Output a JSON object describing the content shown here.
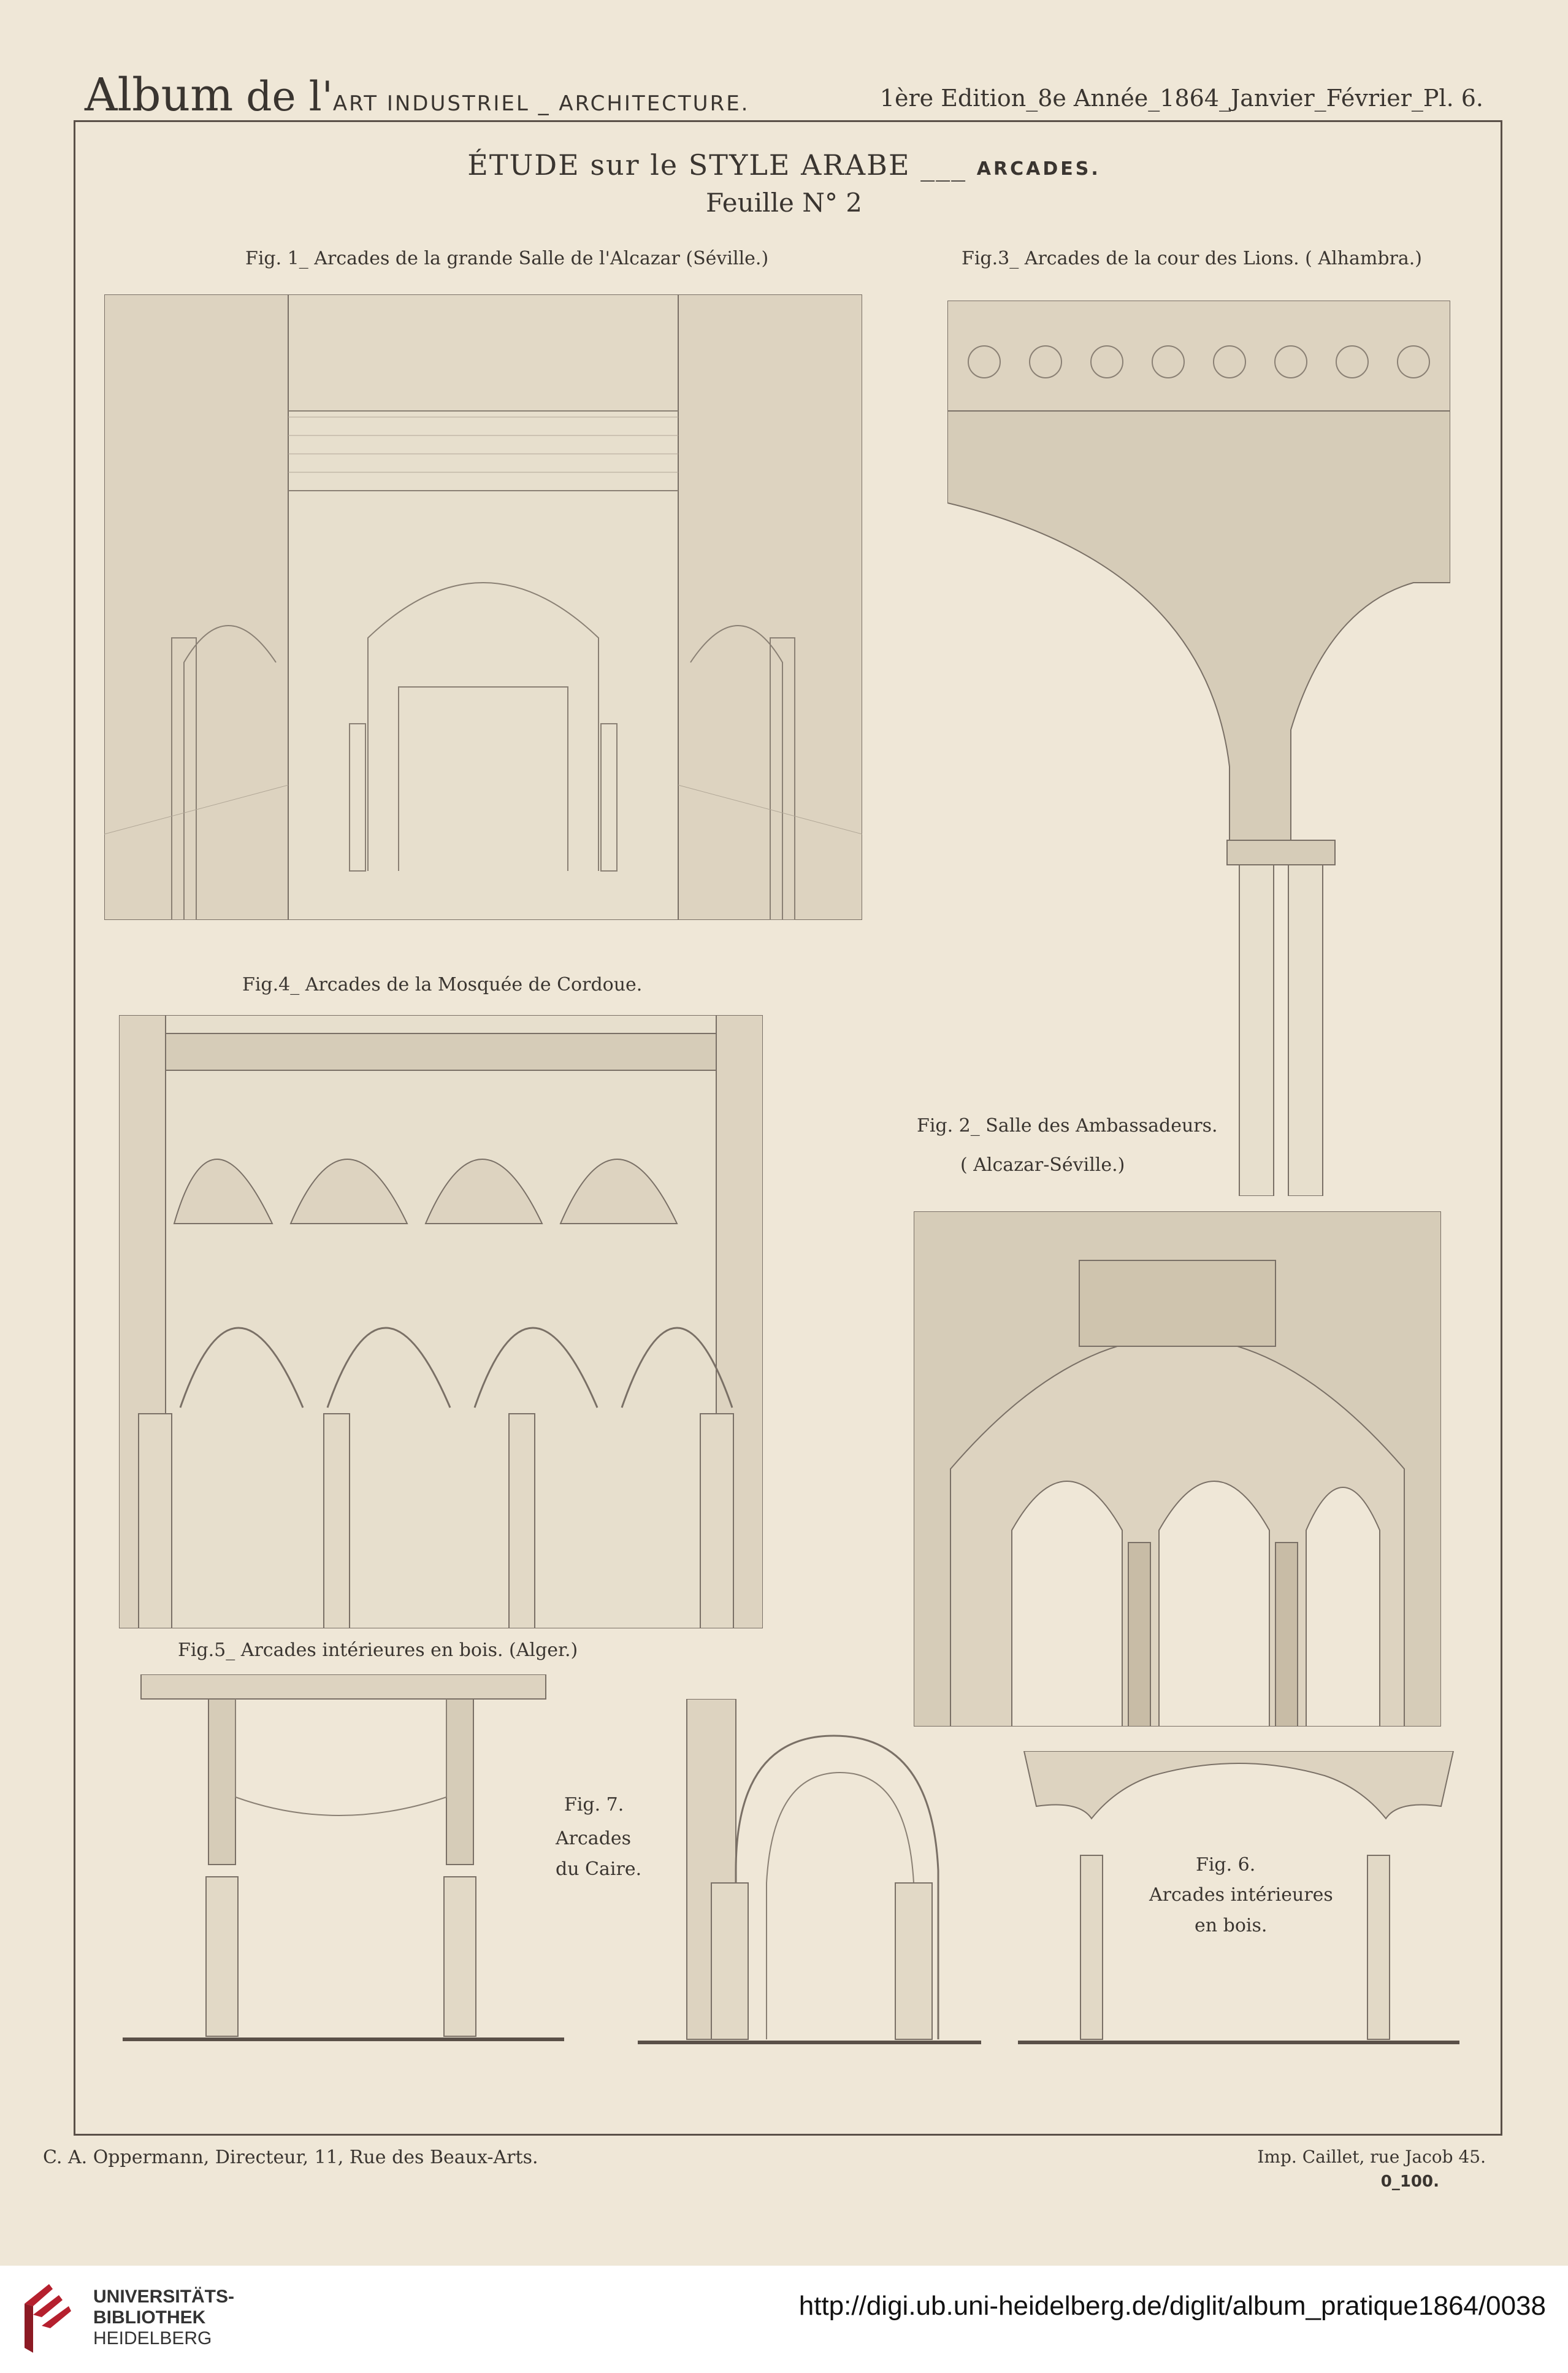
{
  "header": {
    "album": "Album",
    "de_l": "de l'",
    "series": "ART INDUSTRIEL _ ARCHITECTURE.",
    "edition": "1ère Edition_8e Année_1864_Janvier_Février_Pl. 6."
  },
  "title": {
    "line1_main": "ÉTUDE sur le STYLE ARABE ___",
    "line1_sub": "ARCADES.",
    "line2": "Feuille N° 2"
  },
  "figures": {
    "fig1": "Fig. 1_ Arcades de la grande Salle de l'Alcazar (Séville.)",
    "fig3": "Fig.3_ Arcades de la cour des Lions. ( Alhambra.)",
    "fig4": "Fig.4_ Arcades de la Mosquée de Cordoue.",
    "fig2_a": "Fig. 2_ Salle des Ambassadeurs.",
    "fig2_b": "( Alcazar-Séville.)",
    "fig5": "Fig.5_ Arcades intérieures en bois. (Alger.)",
    "fig7_a": "Fig. 7.",
    "fig7_b": "Arcades",
    "fig7_c": "du Caire.",
    "fig6_a": "Fig. 6.",
    "fig6_b": "Arcades intérieures",
    "fig6_c": "en bois."
  },
  "footer": {
    "publisher": "C. A. Oppermann, Directeur, 11, Rue des Beaux-Arts.",
    "printer": "Imp. Caillet, rue Jacob 45.",
    "code": "0_100."
  },
  "banner": {
    "line1": "UNIVERSITÄTS-",
    "line2": "BIBLIOTHEK",
    "line3": "HEIDELBERG",
    "url": "http://digi.ub.uni-heidelberg.de/diglit/album_pratique1864/0038"
  },
  "colors": {
    "paper": "#efe7d7",
    "ink": "#3a3530",
    "logo_red": "#b5202e"
  }
}
